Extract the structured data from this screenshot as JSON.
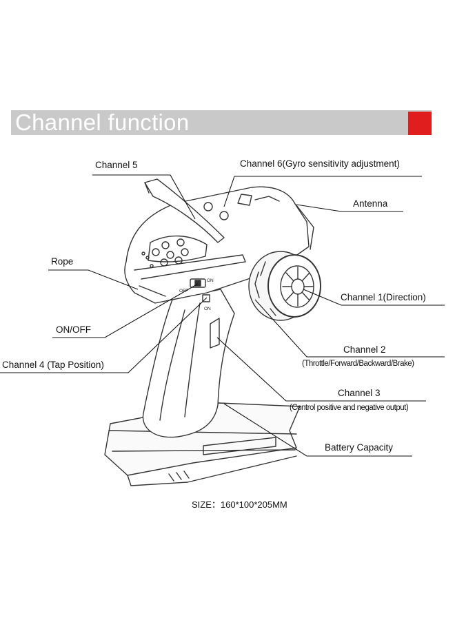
{
  "header": {
    "title": "Channel function",
    "bar_color": "#c9c9c9",
    "accent_color": "#e01e1e"
  },
  "labels": {
    "channel5": "Channel 5",
    "channel6": "Channel 6(Gyro sensitivity adjustment)",
    "antenna": "Antenna",
    "rope": "Rope",
    "channel1": "Channel 1(Direction)",
    "on_off": "ON/OFF",
    "channel2": "Channel 2",
    "channel2_desc": "(Throttle/Forward/Backward/Brake)",
    "channel4": "Channel 4 (Tap Position)",
    "channel3": "Channel 3",
    "channel3_desc": "(Control positive and negative output)",
    "battery": "Battery Capacity"
  },
  "device_marks": {
    "off": "OFF",
    "on": "ON"
  },
  "size_text": "SIZE：160*100*205MM"
}
